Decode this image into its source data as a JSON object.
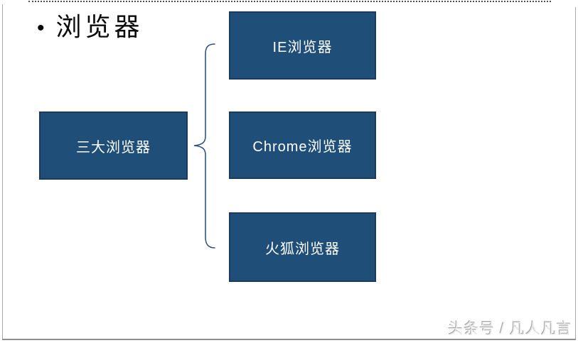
{
  "slide": {
    "title": {
      "bullet": "•",
      "text": "浏览器"
    },
    "diagram": {
      "root": {
        "label": "三大浏览器"
      },
      "children": [
        {
          "label": "IE浏览器"
        },
        {
          "label": "Chrome浏览器"
        },
        {
          "label": "火狐浏览器"
        }
      ],
      "connector": "left-brace"
    },
    "footer": {
      "credit": "头条号 / 凡人凡言"
    },
    "colors": {
      "box_fill": "#1F4E79",
      "box_border": "#1B3A5F",
      "box_text": "#FFFFFF",
      "brace": "#2E5482",
      "title_text": "#0A0A0A",
      "watermark_text": "#E9E9E9"
    }
  }
}
